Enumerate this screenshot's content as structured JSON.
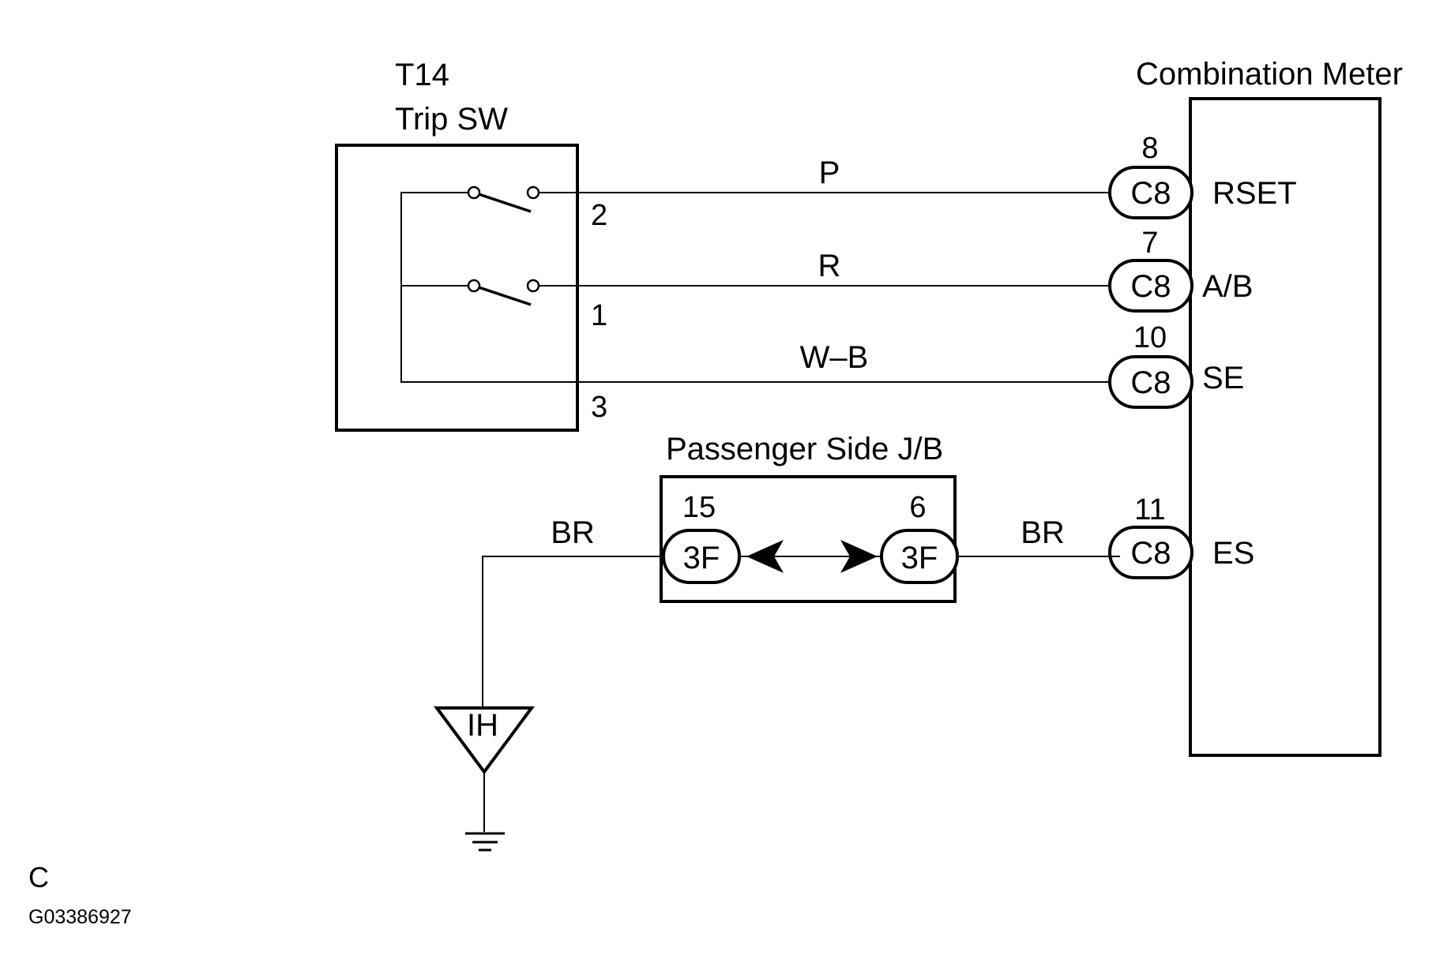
{
  "trip_switch": {
    "code": "T14",
    "name": "Trip SW",
    "pins": {
      "p2": "2",
      "p1": "1",
      "p3": "3"
    }
  },
  "combination_meter": {
    "name": "Combination Meter",
    "terminals": [
      {
        "pin": "8",
        "connector": "C8",
        "signal": "RSET"
      },
      {
        "pin": "7",
        "connector": "C8",
        "signal": "A/B"
      },
      {
        "pin": "10",
        "connector": "C8",
        "signal": "SE"
      },
      {
        "pin": "11",
        "connector": "C8",
        "signal": "ES"
      }
    ]
  },
  "wires": {
    "rset": "P",
    "ab": "R",
    "se": "W–B",
    "ground_left": "BR",
    "ground_right": "BR"
  },
  "junction_block": {
    "name": "Passenger Side J/B",
    "left": {
      "pin": "15",
      "connector": "3F"
    },
    "right": {
      "pin": "6",
      "connector": "3F"
    }
  },
  "ground_point": "IH",
  "footer": {
    "note": "C",
    "code": "G03386927"
  }
}
